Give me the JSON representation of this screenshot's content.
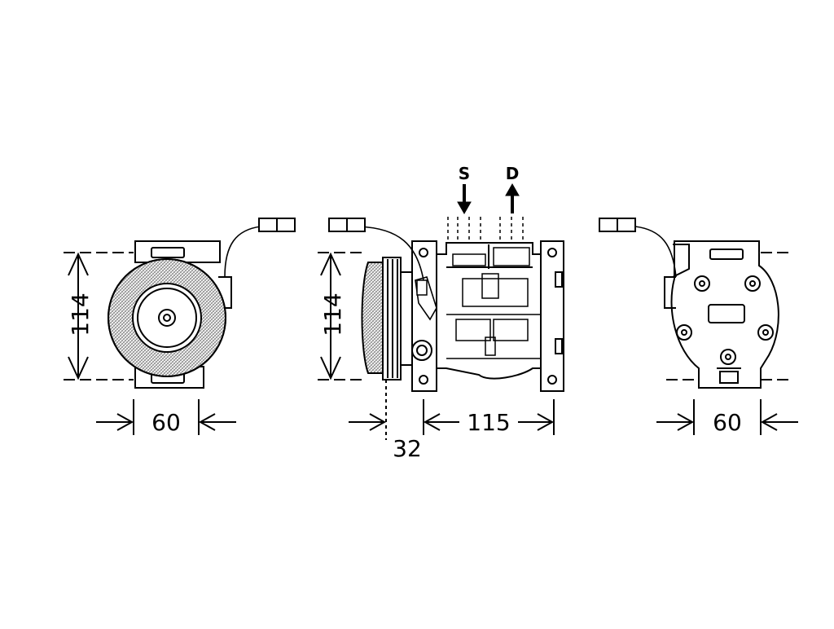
{
  "labels": {
    "suction": "S",
    "discharge": "D"
  },
  "dimensions": {
    "front_height": "114",
    "front_width": "60",
    "side_height": "114",
    "side_length": "115",
    "side_pulley": "32",
    "rear_width": "60"
  },
  "colors": {
    "line": "#000000",
    "background": "#ffffff",
    "hatch": "#9a9a9a"
  }
}
